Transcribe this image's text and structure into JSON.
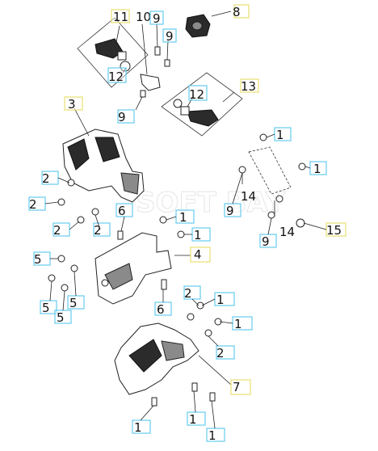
{
  "diagram": {
    "watermark": "SOFT BAY",
    "callouts": {
      "c1": "1",
      "c2": "2",
      "c3": "3",
      "c4": "4",
      "c5": "5",
      "c6": "6",
      "c7": "7",
      "c8": "8",
      "c9": "9",
      "c10": "10",
      "c11": "11",
      "c12": "12",
      "c13": "13",
      "c14": "14",
      "c15": "15"
    }
  }
}
